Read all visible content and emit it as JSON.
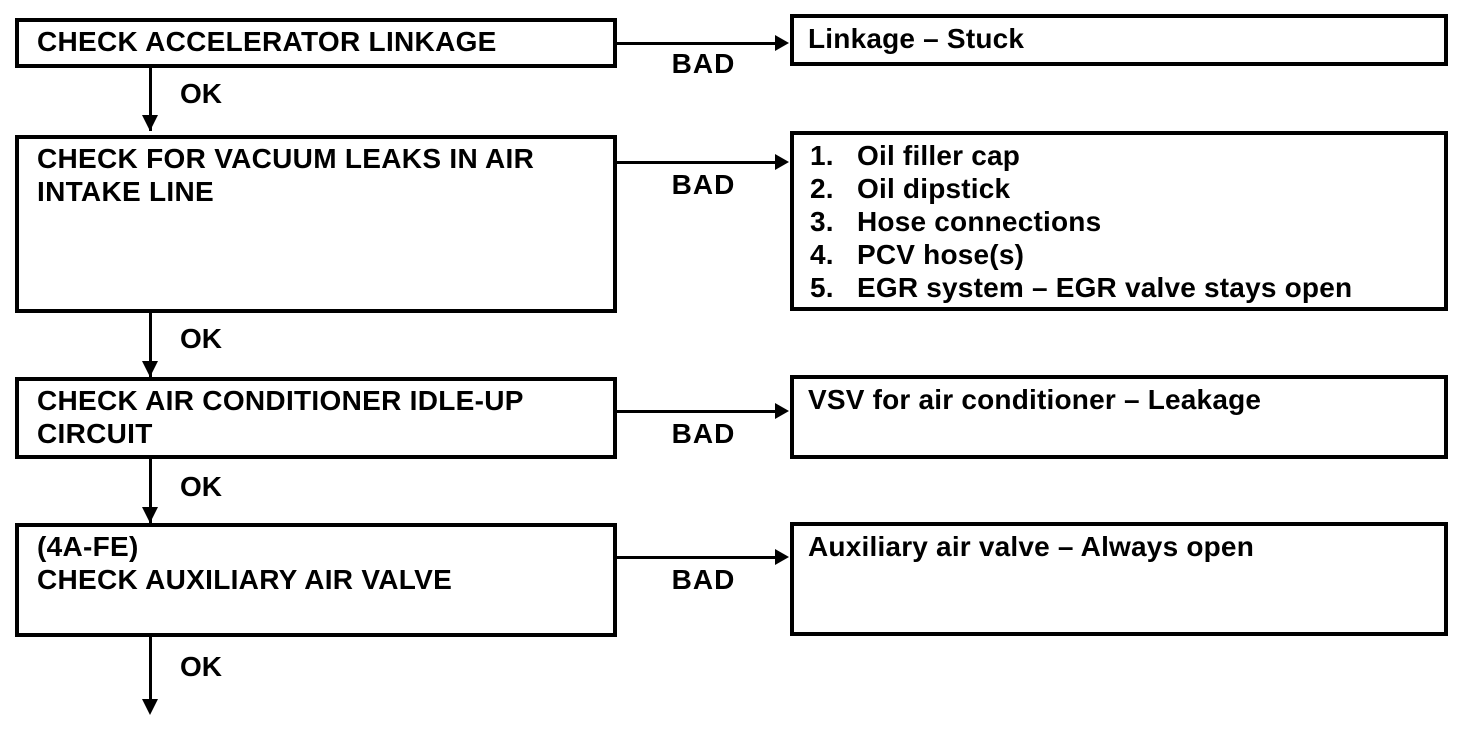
{
  "flowchart": {
    "colors": {
      "ink": "#000000",
      "paper": "#ffffff"
    },
    "steps": [
      {
        "check": "CHECK ACCELERATOR LINKAGE",
        "ok_label": "OK",
        "bad_label": "BAD",
        "result": "Linkage – Stuck"
      },
      {
        "check": "CHECK FOR VACUUM LEAKS IN AIR INTAKE LINE",
        "ok_label": "OK",
        "bad_label": "BAD",
        "result_items": [
          {
            "num": "1.",
            "text": "Oil filler cap"
          },
          {
            "num": "2.",
            "text": "Oil dipstick"
          },
          {
            "num": "3.",
            "text": "Hose connections"
          },
          {
            "num": "4.",
            "text": "PCV hose(s)"
          },
          {
            "num": "5.",
            "text": "EGR system – EGR valve stays open"
          }
        ]
      },
      {
        "check": "CHECK AIR CONDITIONER IDLE-UP CIRCUIT",
        "ok_label": "OK",
        "bad_label": "BAD",
        "result": "VSV for air conditioner – Leakage"
      },
      {
        "check_engine": "(4A-FE)",
        "check": "CHECK AUXILIARY AIR VALVE",
        "ok_label": "OK",
        "bad_label": "BAD",
        "result": "Auxiliary air valve – Always open"
      }
    ]
  }
}
